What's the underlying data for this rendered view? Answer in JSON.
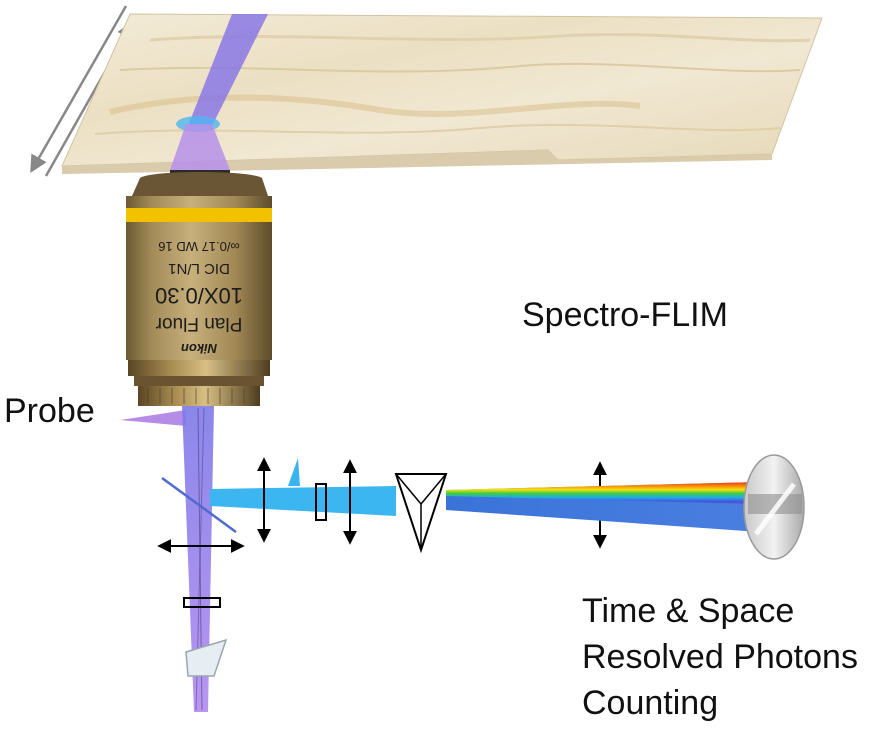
{
  "labels": {
    "probe": "Probe",
    "title": "Spectro-FLIM",
    "caption_line1": "Time & Space",
    "caption_line2": "Resolved Photons",
    "caption_line3": "Counting"
  },
  "objective": {
    "brand": "Nikon",
    "model": "Plan Fluor",
    "magnification": "10X/0.30",
    "type": "DIC L/N1",
    "spec": "∞/0.17 WD 16"
  },
  "colors": {
    "excitation_beam": "#b77ff0",
    "emission_beam": "#39b4ee",
    "dispersed_beam": "#3d6fd6",
    "objective_body": "#b39a63",
    "objective_band": "#f2c200",
    "sample_wood": "#efe5cf",
    "arrow": "#000000"
  }
}
